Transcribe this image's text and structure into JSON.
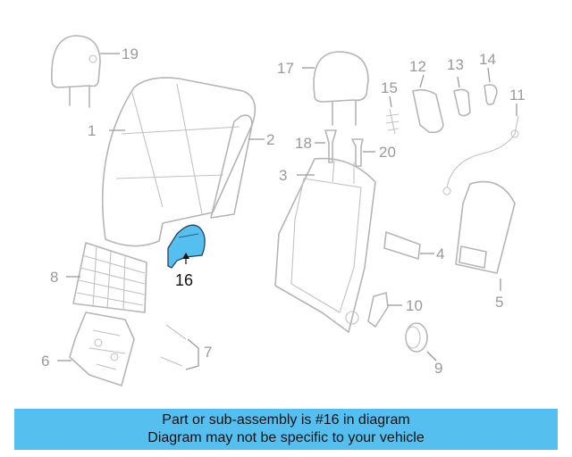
{
  "diagram": {
    "callouts": [
      "1",
      "2",
      "3",
      "4",
      "5",
      "6",
      "7",
      "8",
      "9",
      "10",
      "11",
      "12",
      "13",
      "14",
      "15",
      "17",
      "18",
      "19",
      "20"
    ],
    "highlighted_part": "16",
    "highlight_color": "#55bff0"
  },
  "banner": {
    "line1": "Part or sub-assembly is #16 in diagram",
    "line2": "Diagram may not be specific to your vehicle",
    "background": "#55bff0"
  }
}
